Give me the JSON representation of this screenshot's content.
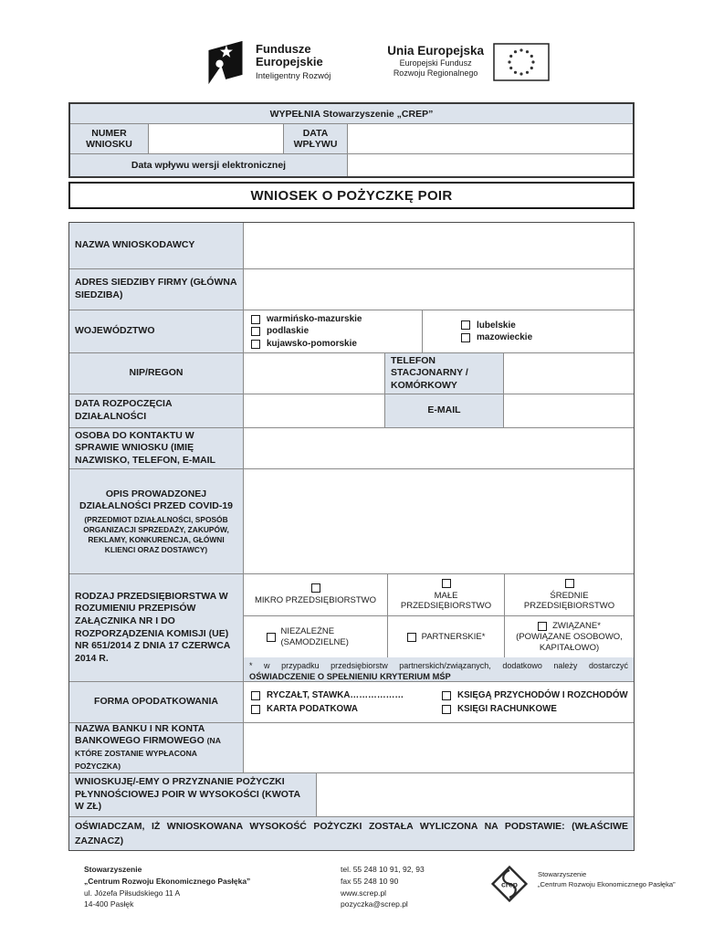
{
  "header": {
    "fe": {
      "line1": "Fundusze",
      "line2": "Europejskie",
      "subtitle": "Inteligentny Rozwój"
    },
    "eu": {
      "line1": "Unia Europejska",
      "line2": "Europejski Fundusz",
      "line3": "Rozwoju Regionalnego"
    }
  },
  "intake": {
    "header": "WYPEŁNIA Stowarzyszenie „CREP”",
    "numer_label": "NUMER WNIOSKU",
    "data_label": "DATA WPŁYWU",
    "elektroniczna_label": "Data wpływu wersji elektronicznej"
  },
  "title": "WNIOSEK O POŻYCZKĘ POIR",
  "form": {
    "nazwa": {
      "label": "NAZWA WNIOSKODAWCY"
    },
    "adres": {
      "label": "ADRES SIEDZIBY FIRMY (GŁÓWNA SIEDZIBA)"
    },
    "wojewodztwo": {
      "label": "WOJEWÓDZTWO",
      "group1": [
        "warmińsko-mazurskie",
        "podlaskie",
        "kujawsko-pomorskie"
      ],
      "group2": [
        "lubelskie",
        "mazowieckie"
      ]
    },
    "nip": {
      "label": "NIP/REGON"
    },
    "telefon": {
      "label": "TELEFON STACJONARNY / KOMÓRKOWY"
    },
    "data_rozpoczecia": {
      "label": "DATA ROZPOCZĘCIA DZIAŁALNOŚCI"
    },
    "email": {
      "label": "E-MAIL"
    },
    "osoba": {
      "label": "OSOBA DO KONTAKTU W SPRAWIE WNIOSKU (IMIĘ NAZWISKO, TELEFON, E-MAIL"
    },
    "opis": {
      "label": "OPIS PROWADZONEJ DZIAŁALNOŚCI PRZED COVID-19",
      "note": "(PRZEDMIOT DZIAŁALNOŚCI, SPOSÓB ORGANIZACJI SPRZEDAŻY, ZAKUPÓW, REKLAMY, KONKURENCJA, GŁÓWNI KLIENCI ORAZ DOSTAWCY)"
    },
    "rodzaj": {
      "label": "RODZAJ PRZEDSIĘBIORSTWA W ROZUMIENIU PRZEPISÓW ZAŁĄCZNIKA NR I DO ROZPORZĄDZENIA KOMISJI (UE) NR 651/2014 Z DNIA 17 CZERWCA 2014 R.",
      "types": [
        "MIKRO PRZEDSIĘBIORSTWO",
        "MAŁE PRZEDSIĘBIORSTWO",
        "ŚREDNIE PRZEDSIĘBIORSTWO"
      ],
      "relations": [
        {
          "label": "NIEZALEŻNE (SAMODZIELNE)"
        },
        {
          "label": "PARTNERSKIE*"
        },
        {
          "label": "ZWIĄZANE*",
          "sub": "(POWIĄZANE OSOBOWO, KAPITAŁOWO)"
        }
      ],
      "note_prefix": "* w przypadku przedsiębiorstw partnerskich/związanych, dodatkowo należy dostarczyć ",
      "note_bold": "OŚWIADCZENIE O SPEŁNIENIU KRYTERIUM MŚP"
    },
    "forma": {
      "label": "FORMA OPODATKOWANIA",
      "options": [
        "RYCZAŁT, STAWKA………………",
        "KARTA PODATKOWA",
        "KSIĘGĄ PRZYCHODÓW I ROZCHODÓW",
        "KSIĘGI RACHUNKOWE"
      ]
    },
    "bank": {
      "label": "NAZWA BANKU I NR KONTA BANKOWEGO FIRMOWEGO ",
      "note": "(NA KTÓRE ZOSTANIE WYPŁACONA POŻYCZKA)"
    },
    "wnioskuje": {
      "label": "WNIOSKUJĘ/-EMY O PRZYZNANIE POŻYCZKI PŁYNNOŚCIOWEJ POIR W WYSOKOŚCI (KWOTA W ZŁ)"
    },
    "oswiadczam": {
      "label": "OŚWIADCZAM, IŻ WNIOSKOWANA WYSOKOŚĆ POŻYCZKI ZOSTAŁA WYLICZONA NA PODSTAWIE: (WŁAŚCIWE ZAZNACZ)"
    }
  },
  "footer": {
    "org": {
      "name1": "Stowarzyszenie",
      "name2": "„Centrum Rozwoju Ekonomicznego Pasłęka”",
      "addr1": "ul. Józefa Piłsudskiego 11 A",
      "addr2": "14-400 Pasłęk"
    },
    "contact": {
      "tel": "tel. 55 248 10 91, 92, 93",
      "fax": "fax 55 248 10 90",
      "web": "www.screp.pl",
      "email": "pozyczka@screp.pl"
    },
    "logo": {
      "letters": "crep",
      "text1": "Stowarzyszenie",
      "text2": "„Centrum Rozwoju Ekonomicznego Pasłęka”"
    }
  }
}
